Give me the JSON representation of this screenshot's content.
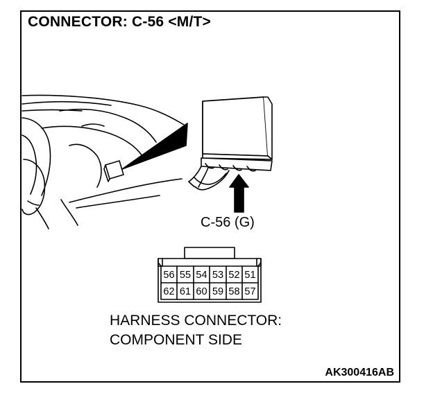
{
  "title": "CONNECTOR: C-56 <M/T>",
  "connector_label": "C-56 (G)",
  "harness": {
    "line1": "HARNESS CONNECTOR:",
    "line2": "COMPONENT SIDE"
  },
  "pins": {
    "row1": [
      "56",
      "55",
      "54",
      "53",
      "52",
      "51"
    ],
    "row2": [
      "62",
      "61",
      "60",
      "59",
      "58",
      "57"
    ]
  },
  "figure_code": "AK300416AB"
}
